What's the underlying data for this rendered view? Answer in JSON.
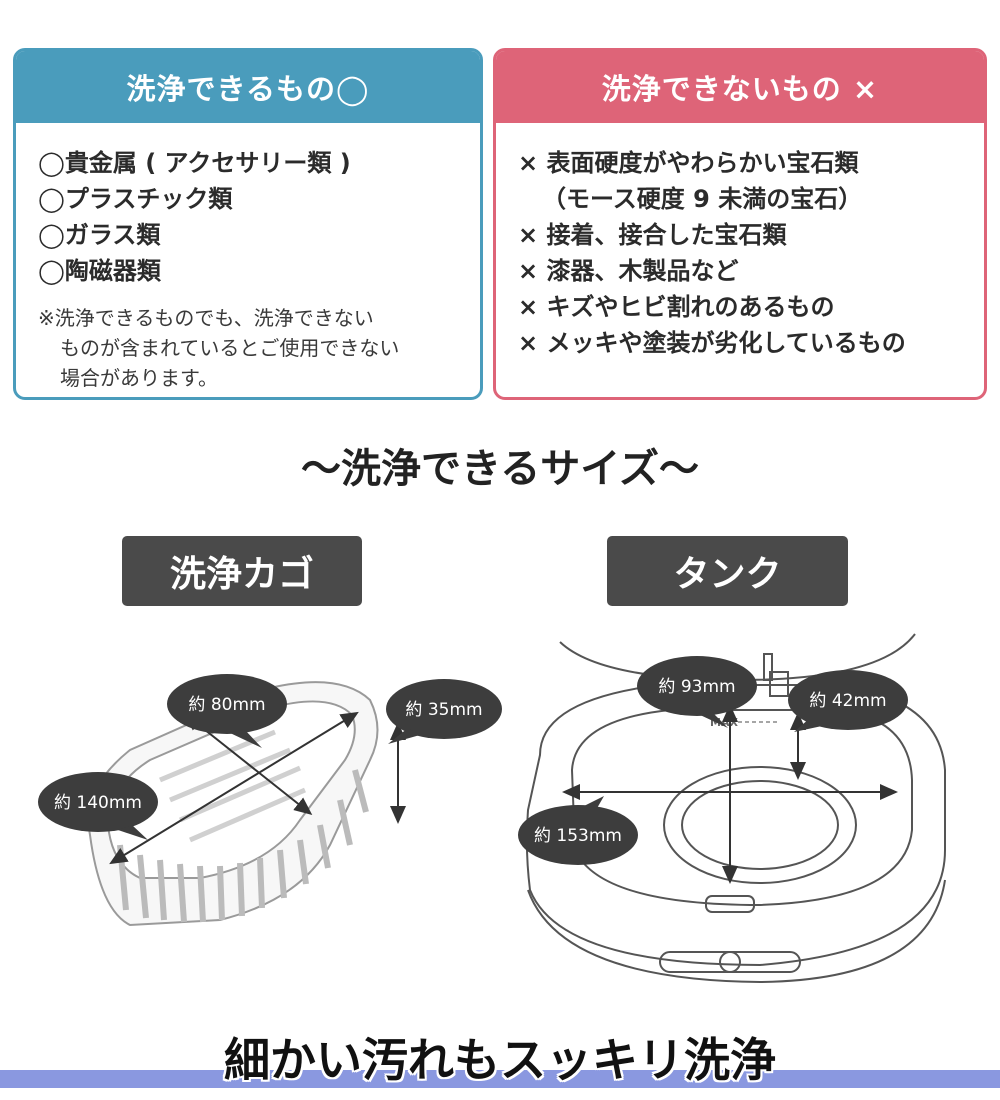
{
  "washable": {
    "title": "洗浄できるもの◯",
    "items": [
      {
        "mark": "◯",
        "text": "貴金属 ( アクセサリー類 )"
      },
      {
        "mark": "◯",
        "text": "プラスチック類"
      },
      {
        "mark": "◯",
        "text": "ガラス類"
      },
      {
        "mark": "◯",
        "text": "陶磁器類"
      }
    ],
    "note_line1": "※洗浄できるものでも、洗浄できない",
    "note_line2": "ものが含まれているとご使用できない",
    "note_line3": "場合があります。"
  },
  "not_washable": {
    "title": "洗浄できないもの ×",
    "items": [
      {
        "mark": "×",
        "text": "表面硬度がやわらかい宝石類"
      },
      {
        "mark": "",
        "text": "（モース硬度 9 未満の宝石）"
      },
      {
        "mark": "×",
        "text": "接着、接合した宝石類"
      },
      {
        "mark": "×",
        "text": "漆器、木製品など"
      },
      {
        "mark": "×",
        "text": "キズやヒビ割れのあるもの"
      },
      {
        "mark": "×",
        "text": "メッキや塗装が劣化しているもの"
      }
    ]
  },
  "size_section": {
    "title": "～洗浄できるサイズ～",
    "basket_label": "洗浄カゴ",
    "tank_label": "タンク",
    "basket_dims": {
      "width": "約 80mm",
      "height": "約 35mm",
      "length": "約 140mm"
    },
    "tank_dims": {
      "width": "約 93mm",
      "depth": "約 42mm",
      "length": "約 153mm"
    },
    "max_mark": "MAX"
  },
  "footer": {
    "title": "細かい汚れもスッキリ洗浄"
  },
  "colors": {
    "washable": "#4a9cbc",
    "not_washable": "#de6478",
    "tag": "#4a4a4a",
    "bubble": "#3d3d3d",
    "band": "#8a98e0"
  }
}
